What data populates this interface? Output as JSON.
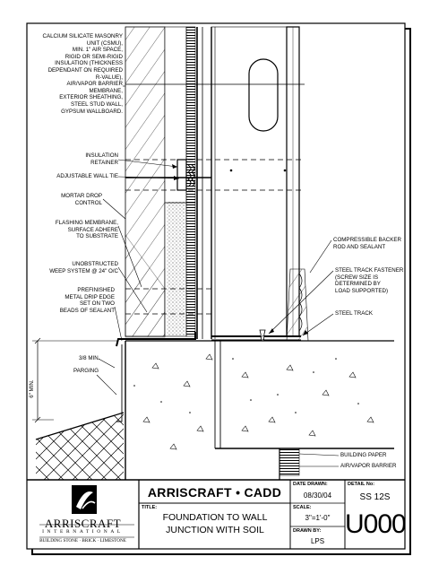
{
  "labels": {
    "left": [
      "CALCIUM SILICATE MASONRY\nUNIT (CSMU),\nMIN. 1\" AIR SPACE,\nRIGID OR SEMI-RIGID\nINSULATION (THICKNESS\nDEPENDANT ON REQUIRED\nR-VALUE),\nAIR/VAPOR BARRIER\nMEMBRANE,\nEXTERIOR SHEATHING,\nSTEEL STUD WALL,\nGYPSUM WALLBOARD.",
      "INSULATION\nRETAINER",
      "ADJUSTABLE WALL TIE",
      "MORTAR DROP\nCONTROL",
      "FLASHING MEMBRANE,\nSURFACE ADHERE\nTO SUBSTRATE",
      "UNOBSTRUCTED\nWEEP SYSTEM @ 24\" O/C",
      "PREFINISHED\nMETAL DRIP EDGE\nSET ON TWO\nBEADS OF SEALANT",
      "3/8 MIN.",
      "PARGING"
    ],
    "right": [
      "COMPRESSIBLE BACKER\nROD AND SEALANT",
      "STEEL TRACK FASTENER\n(SCREW SIZE IS\nDETERMINED BY\nLOAD SUPPORTED)",
      "STEEL TRACK",
      "BUILDING PAPER",
      "AIR/VAPOR BARRIER"
    ],
    "dimension": "6\" MIN."
  },
  "title_block": {
    "company_header": "ARRISCRAFT • CADD",
    "title_label": "TITLE:",
    "title": "FOUNDATION TO WALL\nJUNCTION WITH SOIL",
    "date_label": "DATE DRAWN:",
    "date": "08/30/04",
    "scale_label": "SCALE:",
    "scale": "3\"=1'-0\"",
    "drawn_by_label": "DRAWN BY:",
    "drawn_by": "LPS",
    "detail_label": "DETAIL No:",
    "detail_no": "SS 12S",
    "sheet_no": "U000",
    "logo": {
      "name": "ARRISCRAFT",
      "sub": "INTERNATIONAL",
      "tagline": "BUILDING STONE · BRICK · LIMESTONE"
    }
  }
}
